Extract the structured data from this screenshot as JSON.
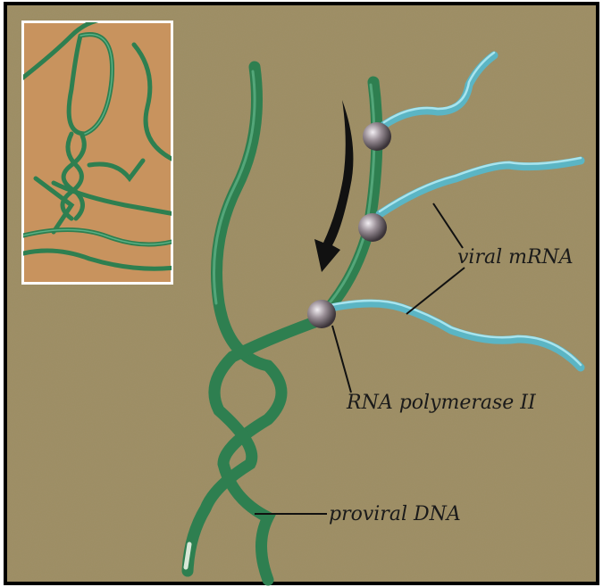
{
  "labels": {
    "viral_mrna": "viral mRNA",
    "rna_polymerase": "RNA polymerase II",
    "proviral_dna": "proviral DNA"
  },
  "colors": {
    "background": "#9d8d62",
    "frame": "#000000",
    "inset_bg": "#c8935e",
    "dna_green": "#2e7f50",
    "dna_light": "#52a878",
    "mrna_cyan": "#5bb5c4",
    "mrna_light": "#8fd8e4",
    "polymerase": "#8a7f86",
    "arrow": "#111111"
  },
  "icons": {
    "direction": "curved-arrow-icon",
    "enzyme": "sphere-icon"
  }
}
